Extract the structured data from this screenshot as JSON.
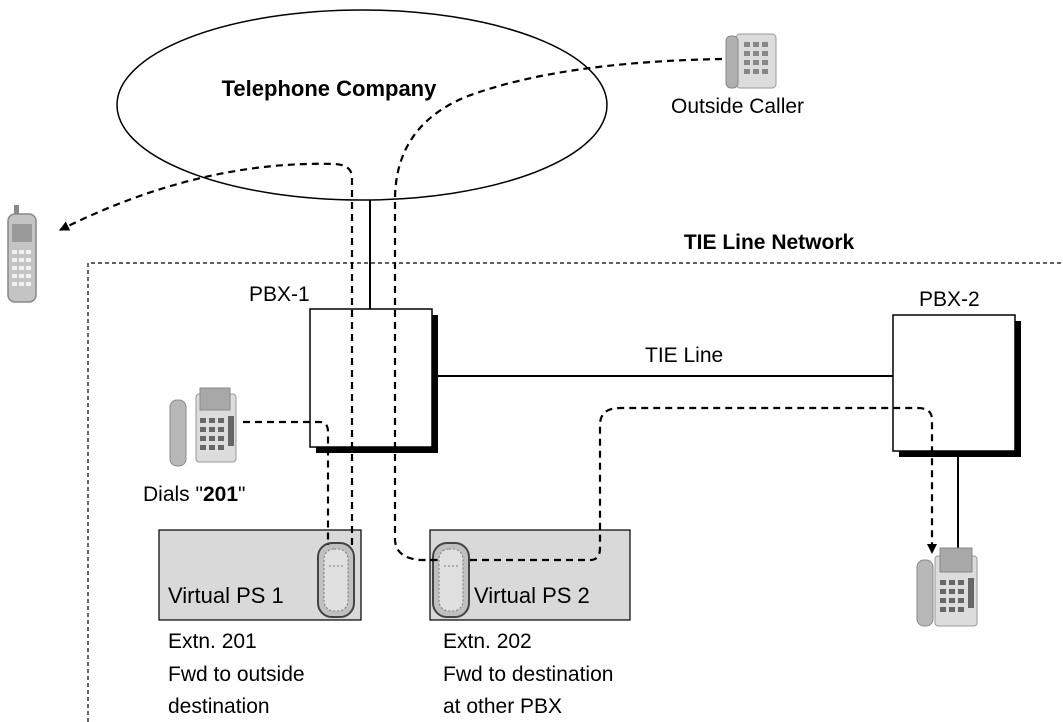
{
  "cloud": {
    "label": "Telephone Company"
  },
  "outside_caller": {
    "label": "Outside Caller"
  },
  "network": {
    "label": "TIE Line Network"
  },
  "pbx1": {
    "label": "PBX-1"
  },
  "pbx2": {
    "label": "PBX-2"
  },
  "tie_line": {
    "label": "TIE Line"
  },
  "dials": {
    "prefix": "Dials \"",
    "number": "201",
    "suffix": "\""
  },
  "vps1": {
    "label": "Virtual PS 1",
    "line1": "Extn. 201",
    "line2": "Fwd to outside",
    "line3": "destination"
  },
  "vps2": {
    "label": "Virtual PS 2",
    "line1": "Extn. 202",
    "line2": "Fwd to destination",
    "line3": "at other PBX"
  },
  "colors": {
    "box_shadow": "#000000",
    "vps_fill": "#d9d9d9",
    "device_gray": "#b8b8b8"
  }
}
